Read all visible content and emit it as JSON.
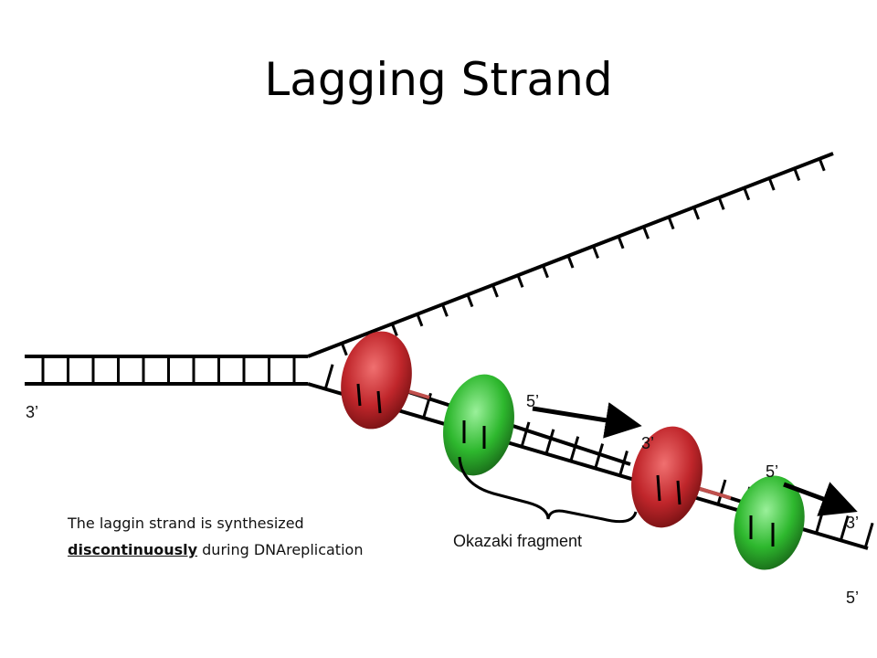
{
  "title": "Lagging Strand",
  "labels": {
    "left_3prime": "3’",
    "five_prime_top": "5’",
    "three_prime_mid": "3’",
    "five_prime_mid": "5’",
    "three_prime_right": "3’",
    "five_prime_bottom": "5’",
    "okazaki": "Okazaki fragment"
  },
  "caption": {
    "line1": "The laggin strand is synthesized",
    "emphasis": "discontinuously",
    "line2_rest": " during DNAreplication"
  },
  "colors": {
    "polymerase_red": "#c0262b",
    "primer_green": "#2eb82e",
    "rna_primer": "#c0504d",
    "dna": "#000000"
  }
}
